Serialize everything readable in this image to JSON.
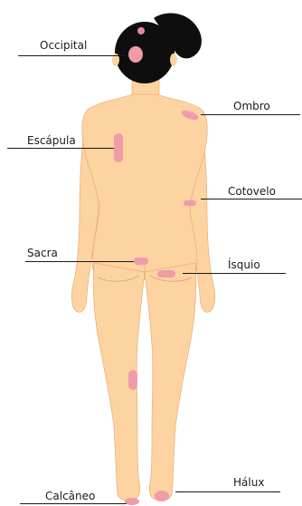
{
  "colors": {
    "skin": "#fcd3a1",
    "skin_outline": "#e7a36b",
    "hair": "#0e0e0e",
    "pressure_point": "#f19aa8",
    "hair_accessory": "#e58aa6",
    "text": "#1a1a1a"
  },
  "labels": {
    "occipital": "Occipital",
    "ombro": "Ombro",
    "escapula": "Escápula",
    "cotovelo": "Cotovelo",
    "sacra": "Sacra",
    "isquio": "Ísquio",
    "halux": "Hálux",
    "calcaneo": "Calcâneo"
  }
}
